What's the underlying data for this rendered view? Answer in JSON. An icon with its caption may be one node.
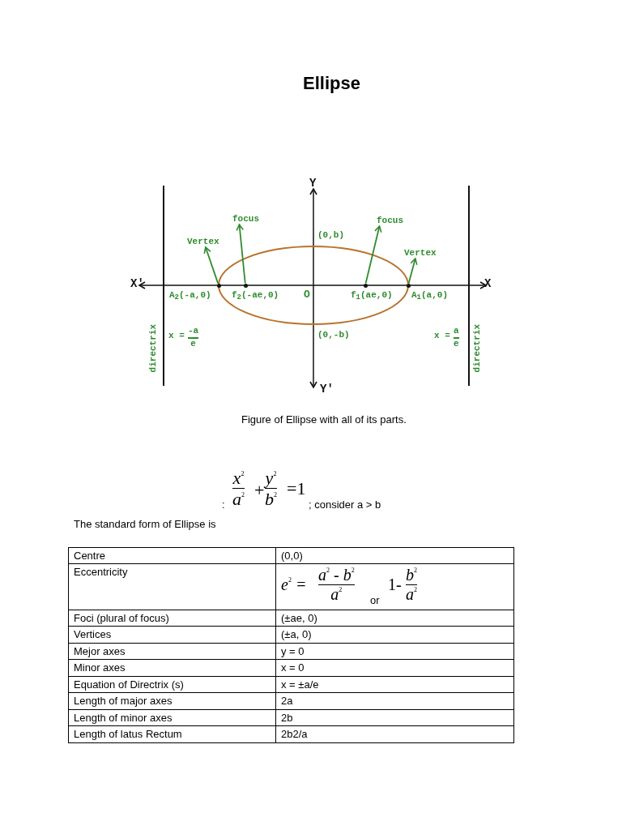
{
  "diagram": {
    "title": "Ellipse",
    "caption": "Figure of Ellipse with all of its parts.",
    "nodes": [
      {
        "text": [
          "focus"
        ]
      },
      {
        "text": [
          "focus"
        ]
      },
      {
        "text": [
          "Vertex"
        ]
      },
      {
        "text": [
          "Vertex"
        ]
      },
      {
        "text": [],
        "shape": "circle"
      },
      {
        "text": [],
        "shape": "circle"
      },
      {
        "text": [],
        "shape": "circle"
      },
      {
        "text": [],
        "shape": "circle"
      }
    ],
    "edges": [
      {
        "from": 4,
        "to": 2,
        "arrow": "to"
      },
      {
        "from": 5,
        "to": 0,
        "arrow": "to"
      },
      {
        "from": 6,
        "to": 1,
        "arrow": "to"
      },
      {
        "from": 7,
        "to": 3,
        "arrow": "to"
      }
    ],
    "labels": [
      "Y",
      "(0,b)",
      "X'",
      "X",
      "A$_{2}$(-a,0)",
      "f$_{2}$(-ae,0)",
      "O",
      "f$_{1}$(ae,0)",
      "A$_{1}$(a,0)",
      "(0,-b)",
      "x =",
      "-a",
      "e",
      "x =",
      "a",
      "e",
      "directrix",
      "directrix",
      "Y'",
      "x$^{2}$",
      "a$^{2}$",
      "+",
      "y$^{2}$",
      "b$^{2}$",
      "=1",
      ":",
      "; consider a > b",
      "The standard form of Ellipse is",
      "Centre",
      "(0,0)",
      "Eccentricity",
      "e$^{2}$ =",
      "a$^{2}$ - b$^{2}$",
      "a$^{2}$",
      "or",
      "1-",
      "b$^{2}$",
      "a$^{2}$",
      "Foci (plural of focus)",
      "(±ae, 0)",
      "Vertices",
      "(±a, 0)",
      "Mejor axes",
      "y = 0",
      "Minor axes",
      "x = 0",
      "Equation of Directrix (s)",
      "x = ±a/e",
      "Length of major axes",
      "2a",
      "Length of minor axes",
      "2b",
      "Length of latus Rectum",
      "2b2/a"
    ]
  }
}
